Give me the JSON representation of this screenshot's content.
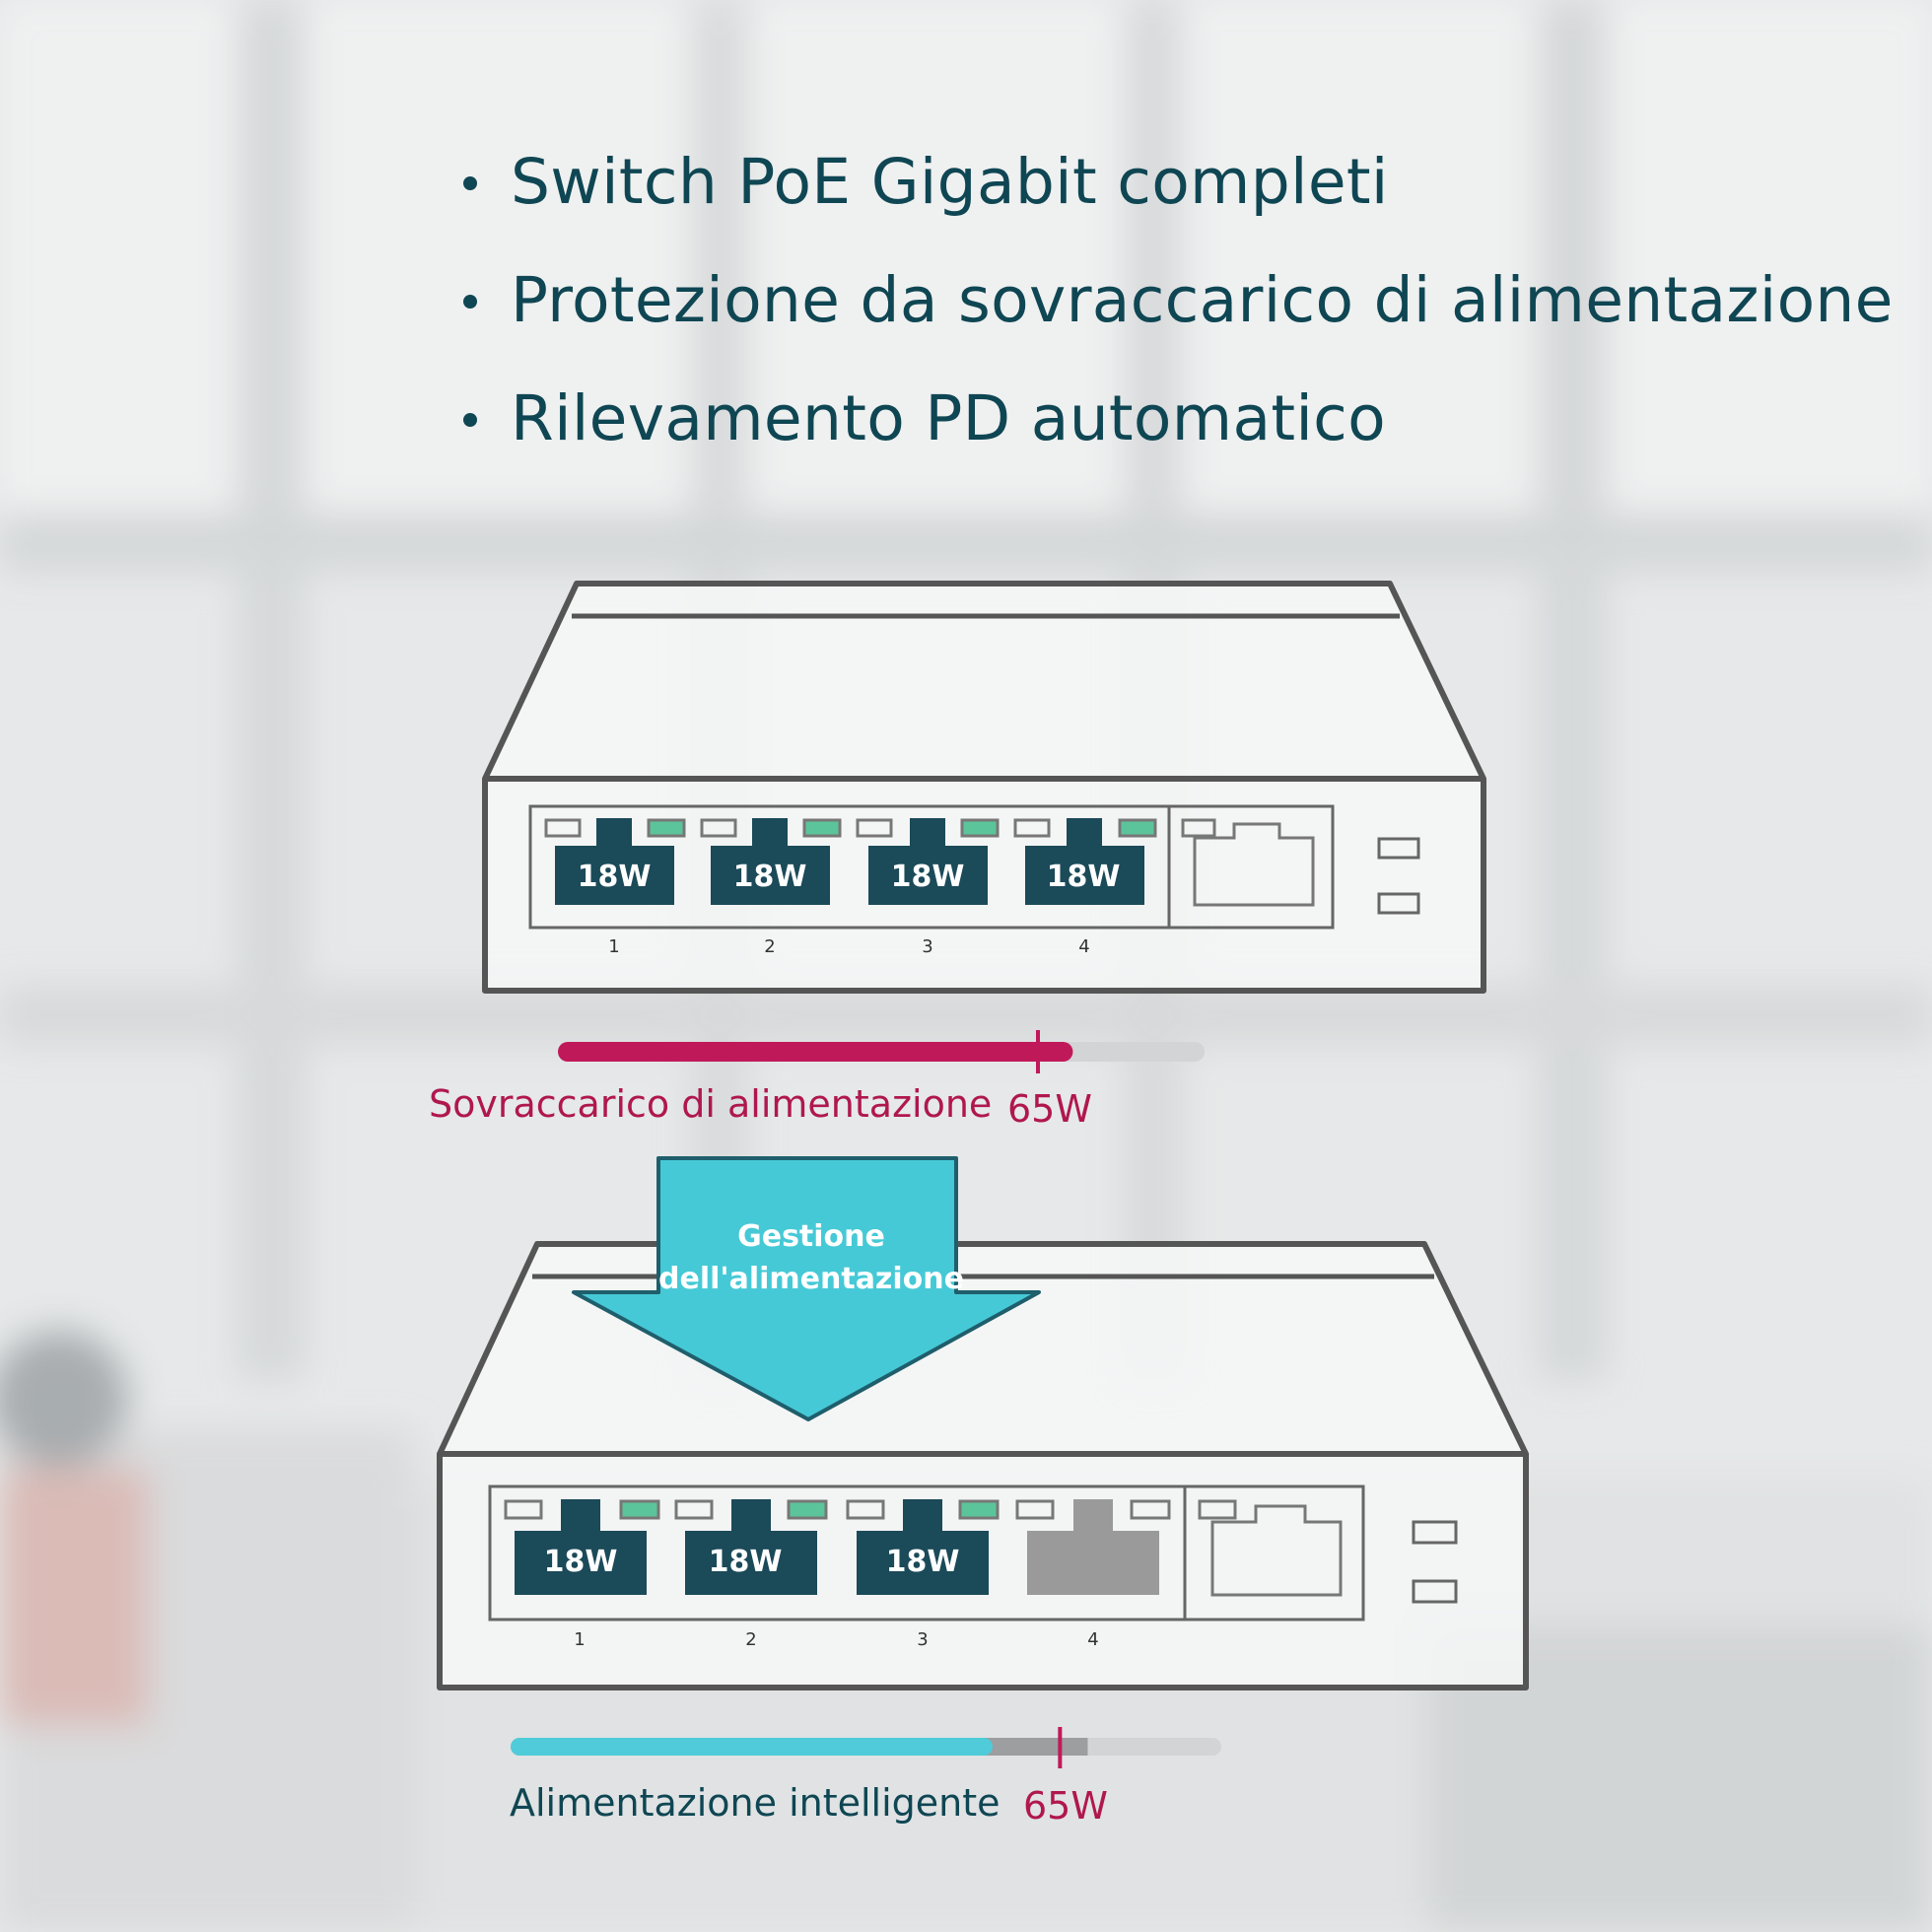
{
  "features": [
    "Switch PoE Gigabit completi",
    "Protezione da sovraccarico di alimentazione",
    "Rilevamento PD automatico"
  ],
  "top_switch": {
    "ports": [
      {
        "number": "1",
        "label": "18W",
        "active": true
      },
      {
        "number": "2",
        "label": "18W",
        "active": true
      },
      {
        "number": "3",
        "label": "18W",
        "active": true
      },
      {
        "number": "4",
        "label": "18W",
        "active": true
      }
    ],
    "bar_fraction": 0.79,
    "bar_limit_fraction": 0.75,
    "caption": "Sovraccarico di alimentazione",
    "limit_label": "65W"
  },
  "arrow": {
    "line1": "Gestione",
    "line2": "dell'alimentazione"
  },
  "bottom_switch": {
    "ports": [
      {
        "number": "1",
        "label": "18W",
        "active": true
      },
      {
        "number": "2",
        "label": "18W",
        "active": true
      },
      {
        "number": "3",
        "label": "18W",
        "active": true
      },
      {
        "number": "4",
        "label": "",
        "active": false
      }
    ],
    "bar_fraction": 0.67,
    "bar_extra_fraction": 0.82,
    "bar_limit_fraction": 0.78,
    "caption": "Alimentazione intelligente",
    "limit_label": "65W"
  },
  "colors": {
    "text_dark": "#0f4653",
    "port_dark": "#1b4a59",
    "port_inactive": "#9a9a9a",
    "led_green": "#5cc49a",
    "overload": "#c0195a",
    "smart": "#4fcbd9",
    "arrow": "#46c9d6",
    "outline": "#555555"
  }
}
